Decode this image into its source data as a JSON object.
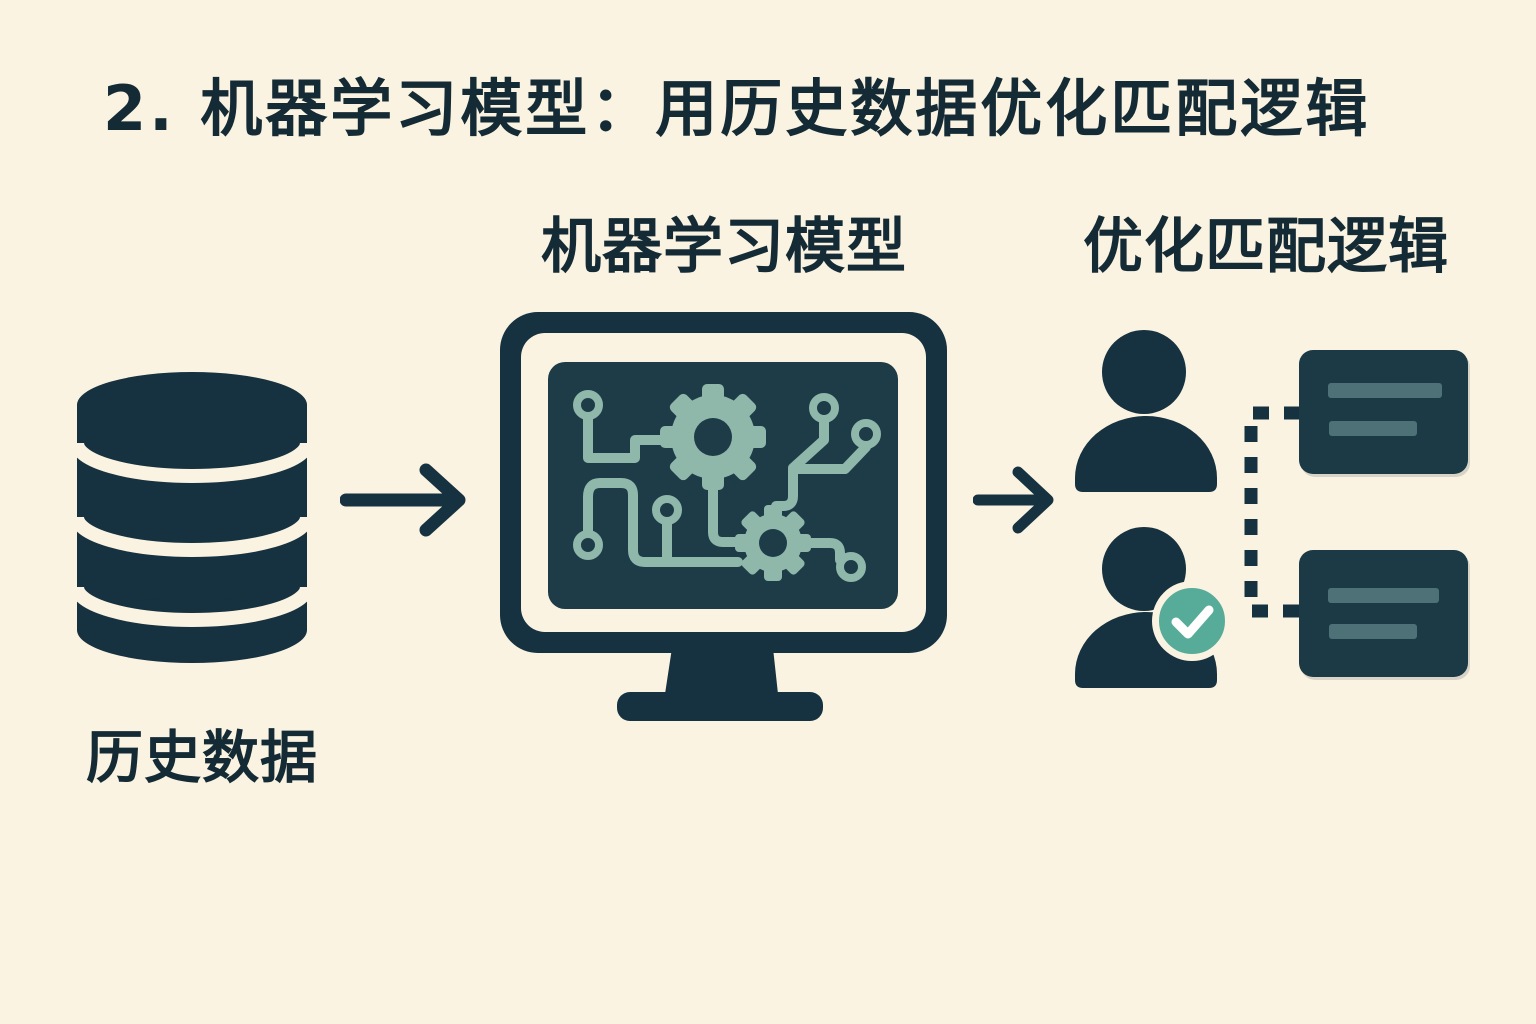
{
  "title": "2. 机器学习模型：用历史数据优化匹配逻辑",
  "labels": {
    "historical_data": "历史数据",
    "ml_model": "机器学习模型",
    "optimized_matching": "优化匹配逻辑"
  },
  "flow": {
    "steps": [
      {
        "id": "historical-data",
        "label": "历史数据",
        "icon": "database-icon"
      },
      {
        "id": "ml-model",
        "label": "机器学习模型",
        "icon": "monitor-circuit-gears-icon"
      },
      {
        "id": "optimized-matching",
        "label": "优化匹配逻辑",
        "icon": "users-match-cards-icon"
      }
    ],
    "connections": [
      {
        "from": "historical-data",
        "to": "ml-model",
        "style": "solid-arrow"
      },
      {
        "from": "ml-model",
        "to": "optimized-matching",
        "style": "solid-arrow"
      },
      {
        "from": "users",
        "to": "match-cards",
        "style": "dashed-line"
      }
    ],
    "matching_detail": {
      "users": 2,
      "cards": 2,
      "checked_user": 2,
      "check_badge": "check"
    }
  },
  "colors": {
    "background": "#FAF3E1",
    "ink": "#142A35",
    "icon": "#16313F",
    "screen": "#1E3C48",
    "circuit": "#8FB7AA",
    "card": "#1C3A46",
    "card_bar": "#4E7178",
    "badge": "#57AC99",
    "badge_check": "#FFFFFF",
    "badge_ring": "#FAF3E1"
  }
}
